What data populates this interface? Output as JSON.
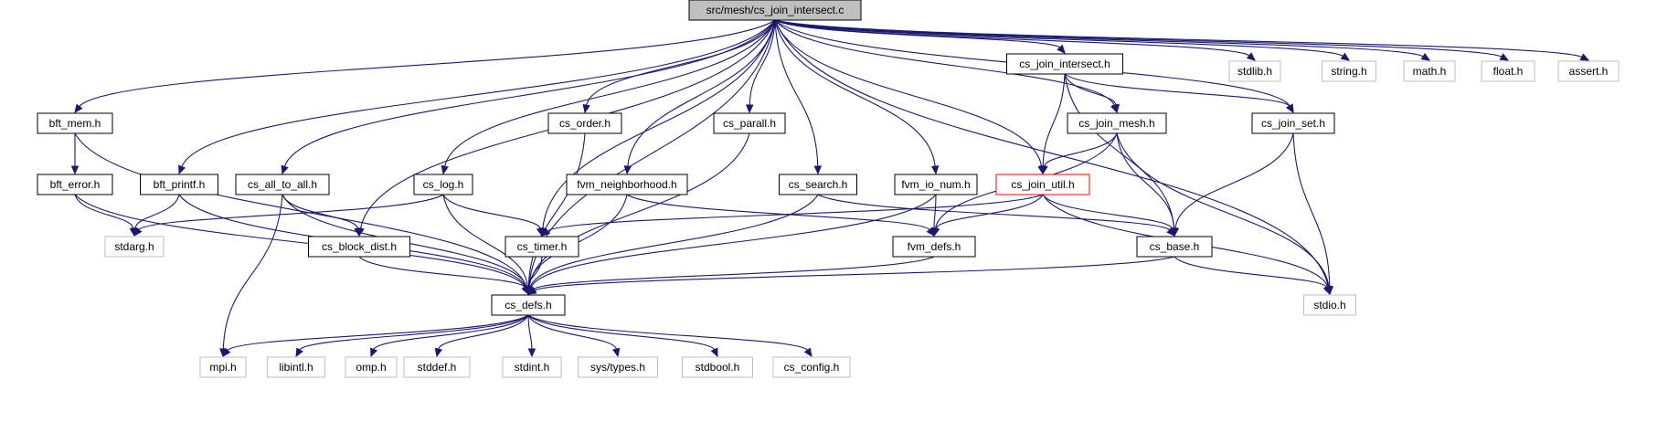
{
  "graph": {
    "nodes": [
      {
        "id": "root",
        "label": "src/mesh/cs_join_intersect.c",
        "style": "root"
      },
      {
        "id": "bft_mem",
        "label": "bft_mem.h",
        "style": "normal"
      },
      {
        "id": "bft_error",
        "label": "bft_error.h",
        "style": "normal"
      },
      {
        "id": "bft_printf",
        "label": "bft_printf.h",
        "style": "normal"
      },
      {
        "id": "cs_all_to_all",
        "label": "cs_all_to_all.h",
        "style": "normal"
      },
      {
        "id": "cs_log",
        "label": "cs_log.h",
        "style": "normal"
      },
      {
        "id": "cs_order",
        "label": "cs_order.h",
        "style": "normal"
      },
      {
        "id": "cs_parall",
        "label": "cs_parall.h",
        "style": "normal"
      },
      {
        "id": "fvm_neighborhood",
        "label": "fvm_neighborhood.h",
        "style": "normal"
      },
      {
        "id": "cs_search",
        "label": "cs_search.h",
        "style": "normal"
      },
      {
        "id": "fvm_io_num",
        "label": "fvm_io_num.h",
        "style": "normal"
      },
      {
        "id": "cs_join_intersect_h",
        "label": "cs_join_intersect.h",
        "style": "normal"
      },
      {
        "id": "cs_join_mesh",
        "label": "cs_join_mesh.h",
        "style": "normal"
      },
      {
        "id": "cs_join_set",
        "label": "cs_join_set.h",
        "style": "normal"
      },
      {
        "id": "cs_join_util",
        "label": "cs_join_util.h",
        "style": "highlight"
      },
      {
        "id": "cs_block_dist",
        "label": "cs_block_dist.h",
        "style": "normal"
      },
      {
        "id": "cs_timer",
        "label": "cs_timer.h",
        "style": "normal"
      },
      {
        "id": "fvm_defs",
        "label": "fvm_defs.h",
        "style": "normal"
      },
      {
        "id": "cs_base",
        "label": "cs_base.h",
        "style": "normal"
      },
      {
        "id": "cs_defs",
        "label": "cs_defs.h",
        "style": "normal"
      },
      {
        "id": "stdarg",
        "label": "stdarg.h",
        "style": "system"
      },
      {
        "id": "stdio",
        "label": "stdio.h",
        "style": "system"
      },
      {
        "id": "stdlib",
        "label": "stdlib.h",
        "style": "system"
      },
      {
        "id": "string",
        "label": "string.h",
        "style": "system"
      },
      {
        "id": "math",
        "label": "math.h",
        "style": "system"
      },
      {
        "id": "float",
        "label": "float.h",
        "style": "system"
      },
      {
        "id": "assert",
        "label": "assert.h",
        "style": "system"
      },
      {
        "id": "mpi",
        "label": "mpi.h",
        "style": "system"
      },
      {
        "id": "libintl",
        "label": "libintl.h",
        "style": "system"
      },
      {
        "id": "omp",
        "label": "omp.h",
        "style": "system"
      },
      {
        "id": "stddef",
        "label": "stddef.h",
        "style": "system"
      },
      {
        "id": "stdint",
        "label": "stdint.h",
        "style": "system"
      },
      {
        "id": "systypes",
        "label": "sys/types.h",
        "style": "system"
      },
      {
        "id": "stdbool",
        "label": "stdbool.h",
        "style": "system"
      },
      {
        "id": "cs_config",
        "label": "cs_config.h",
        "style": "system"
      }
    ],
    "edges": [
      [
        "root",
        "cs_defs"
      ],
      [
        "root",
        "bft_mem"
      ],
      [
        "root",
        "bft_printf"
      ],
      [
        "root",
        "cs_all_to_all"
      ],
      [
        "root",
        "cs_block_dist"
      ],
      [
        "root",
        "cs_log"
      ],
      [
        "root",
        "cs_timer"
      ],
      [
        "root",
        "cs_order"
      ],
      [
        "root",
        "fvm_neighborhood"
      ],
      [
        "root",
        "cs_parall"
      ],
      [
        "root",
        "cs_search"
      ],
      [
        "root",
        "fvm_io_num"
      ],
      [
        "root",
        "cs_join_util"
      ],
      [
        "root",
        "cs_join_mesh"
      ],
      [
        "root",
        "cs_join_intersect_h"
      ],
      [
        "root",
        "cs_join_set"
      ],
      [
        "root",
        "stdlib"
      ],
      [
        "root",
        "string"
      ],
      [
        "root",
        "math"
      ],
      [
        "root",
        "float"
      ],
      [
        "root",
        "assert"
      ],
      [
        "root",
        "stdio"
      ],
      [
        "bft_mem",
        "bft_error"
      ],
      [
        "bft_mem",
        "cs_defs"
      ],
      [
        "bft_error",
        "stdarg"
      ],
      [
        "bft_error",
        "cs_defs"
      ],
      [
        "bft_printf",
        "stdarg"
      ],
      [
        "bft_printf",
        "cs_defs"
      ],
      [
        "cs_all_to_all",
        "cs_defs"
      ],
      [
        "cs_all_to_all",
        "cs_block_dist"
      ],
      [
        "cs_all_to_all",
        "mpi"
      ],
      [
        "cs_log",
        "stdarg"
      ],
      [
        "cs_log",
        "cs_defs"
      ],
      [
        "cs_log",
        "cs_timer"
      ],
      [
        "cs_block_dist",
        "cs_defs"
      ],
      [
        "cs_timer",
        "cs_defs"
      ],
      [
        "cs_order",
        "cs_defs"
      ],
      [
        "cs_parall",
        "cs_defs"
      ],
      [
        "fvm_neighborhood",
        "cs_defs"
      ],
      [
        "fvm_neighborhood",
        "fvm_defs"
      ],
      [
        "cs_search",
        "cs_defs"
      ],
      [
        "cs_search",
        "cs_base"
      ],
      [
        "fvm_io_num",
        "cs_defs"
      ],
      [
        "fvm_io_num",
        "fvm_defs"
      ],
      [
        "cs_join_intersect_h",
        "cs_join_util"
      ],
      [
        "cs_join_intersect_h",
        "cs_join_mesh"
      ],
      [
        "cs_join_intersect_h",
        "cs_join_set"
      ],
      [
        "cs_join_intersect_h",
        "cs_base"
      ],
      [
        "cs_join_mesh",
        "cs_join_util"
      ],
      [
        "cs_join_mesh",
        "cs_base"
      ],
      [
        "cs_join_mesh",
        "fvm_defs"
      ],
      [
        "cs_join_mesh",
        "stdio"
      ],
      [
        "cs_join_util",
        "cs_timer"
      ],
      [
        "cs_join_util",
        "fvm_defs"
      ],
      [
        "cs_join_util",
        "cs_base"
      ],
      [
        "cs_join_util",
        "stdio"
      ],
      [
        "cs_join_set",
        "cs_base"
      ],
      [
        "cs_join_set",
        "stdio"
      ],
      [
        "fvm_defs",
        "cs_defs"
      ],
      [
        "cs_base",
        "cs_defs"
      ],
      [
        "cs_base",
        "stdio"
      ],
      [
        "cs_defs",
        "mpi"
      ],
      [
        "cs_defs",
        "libintl"
      ],
      [
        "cs_defs",
        "omp"
      ],
      [
        "cs_defs",
        "stddef"
      ],
      [
        "cs_defs",
        "stdint"
      ],
      [
        "cs_defs",
        "systypes"
      ],
      [
        "cs_defs",
        "stdbool"
      ],
      [
        "cs_defs",
        "cs_config"
      ]
    ]
  },
  "colors": {
    "edge": "#191970",
    "node_border": "#000000",
    "system_border": "#bfbfbf",
    "highlight_border": "#ff0000",
    "root_fill": "#bfbfbf",
    "text": "#000000"
  }
}
